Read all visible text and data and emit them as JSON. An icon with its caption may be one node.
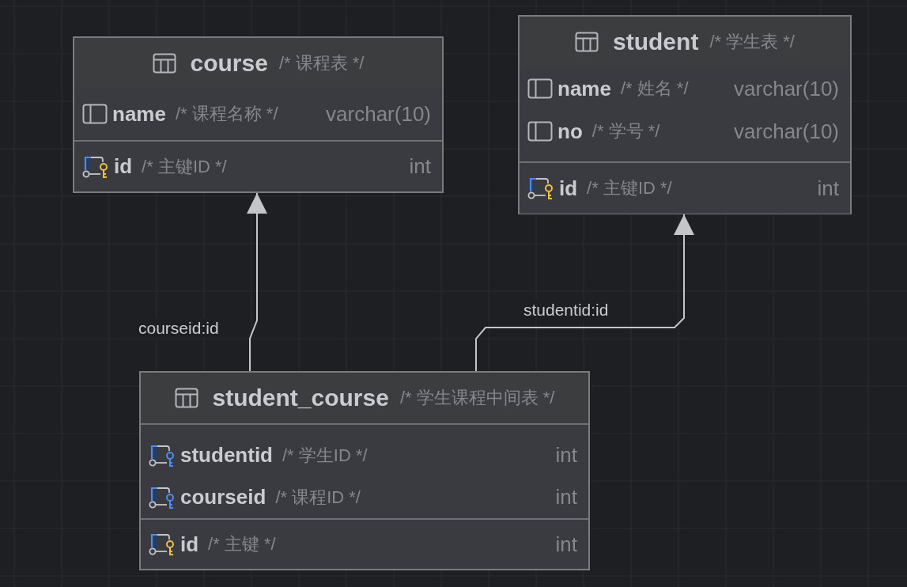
{
  "diagram": {
    "nodes": [
      {
        "text": [
          "course",
          "/* 课程表 */"
        ]
      },
      {
        "text": [
          "name",
          "/* 课程名称 */",
          "varchar(10)"
        ],
        "in": 0
      },
      {
        "text": [
          "id",
          "/* 主键ID */",
          "int"
        ],
        "in": 0
      },
      {
        "text": [
          "student",
          "/* 学生表 */"
        ]
      },
      {
        "text": [
          "name",
          "/* 姓名 */",
          "varchar(10)"
        ],
        "in": 3
      },
      {
        "text": [
          "no",
          "/* 学号 */",
          "varchar(10)"
        ],
        "in": 3
      },
      {
        "text": [
          "id",
          "/* 主键ID */",
          "int"
        ],
        "in": 3
      },
      {
        "text": [
          "student_course",
          "/* 学生课程中间表 */"
        ]
      },
      {
        "text": [
          "studentid",
          "/* 学生ID */",
          "int"
        ],
        "in": 7
      },
      {
        "text": [
          "courseid",
          "/* 课程ID */",
          "int"
        ],
        "in": 7
      },
      {
        "text": [
          "id",
          "/* 主键 */",
          "int"
        ],
        "in": 7
      }
    ],
    "edges": [
      {
        "from": 7,
        "to": 0,
        "arrow": "to",
        "label": "courseid:id"
      },
      {
        "from": 7,
        "to": 3,
        "arrow": "to",
        "label": "studentid:id"
      }
    ]
  }
}
